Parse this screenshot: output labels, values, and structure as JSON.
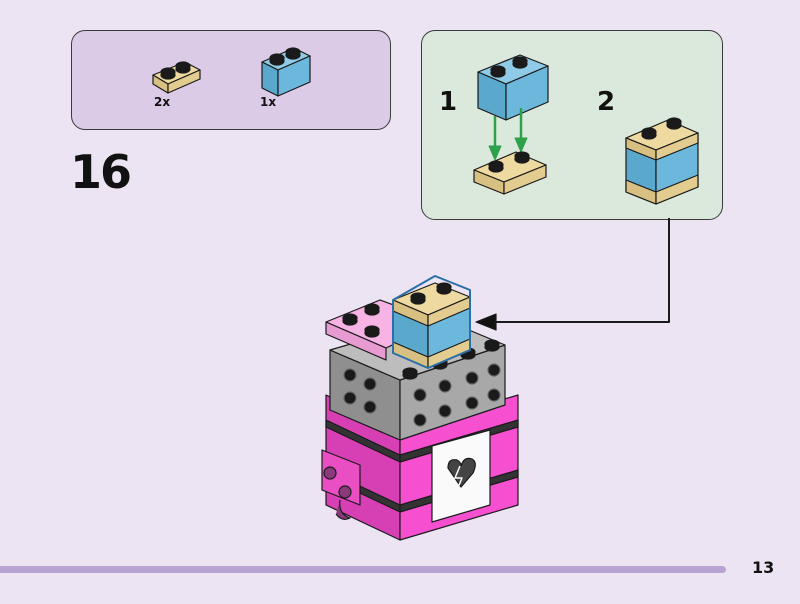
{
  "step": {
    "number": "16"
  },
  "parts_list": [
    {
      "part": "tan-plate-1x2",
      "quantity": "2x",
      "color": "#e2cc8f"
    },
    {
      "part": "blue-brick-1x2",
      "quantity": "1x",
      "color": "#6bb8dc"
    }
  ],
  "substeps": [
    {
      "number": "1"
    },
    {
      "number": "2"
    }
  ],
  "colors": {
    "accent_arrow": "#2ea24a",
    "page_bar": "#b9a3d3",
    "pink": "#f64fd0",
    "light_pink": "#f7b3e4",
    "gray": "#a8a8a8"
  },
  "footer": {
    "page_number": "13"
  }
}
